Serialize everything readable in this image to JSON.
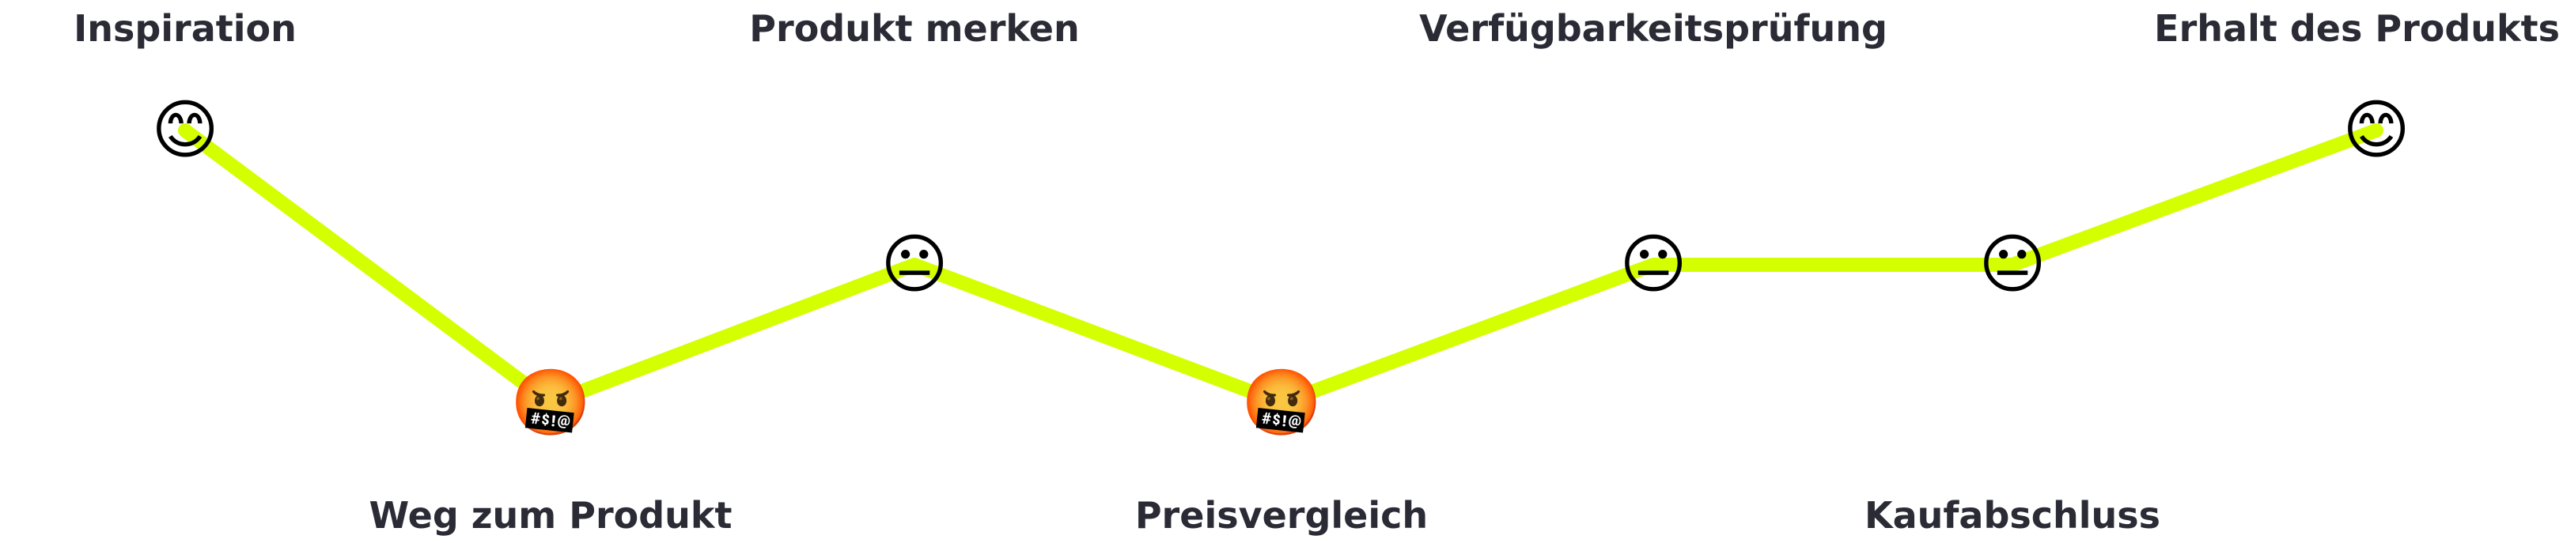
{
  "journey": {
    "line_color": "#d4ff00",
    "label_color": "#2b2b36",
    "stages": [
      {
        "label": "Inspiration",
        "mood": "happy",
        "emoji": "😊"
      },
      {
        "label": "Weg zum Produkt",
        "mood": "angry",
        "emoji": "🤬"
      },
      {
        "label": "Produkt merken",
        "mood": "neutral",
        "emoji": "😐"
      },
      {
        "label": "Preisvergleich",
        "mood": "angry",
        "emoji": "🤬"
      },
      {
        "label": "Verfügbarkeitsprüfung",
        "mood": "neutral",
        "emoji": "😐"
      },
      {
        "label": "Kaufabschluss",
        "mood": "neutral",
        "emoji": "😐"
      },
      {
        "label": "Erhalt des Produkts",
        "mood": "happy",
        "emoji": "😊"
      }
    ]
  }
}
